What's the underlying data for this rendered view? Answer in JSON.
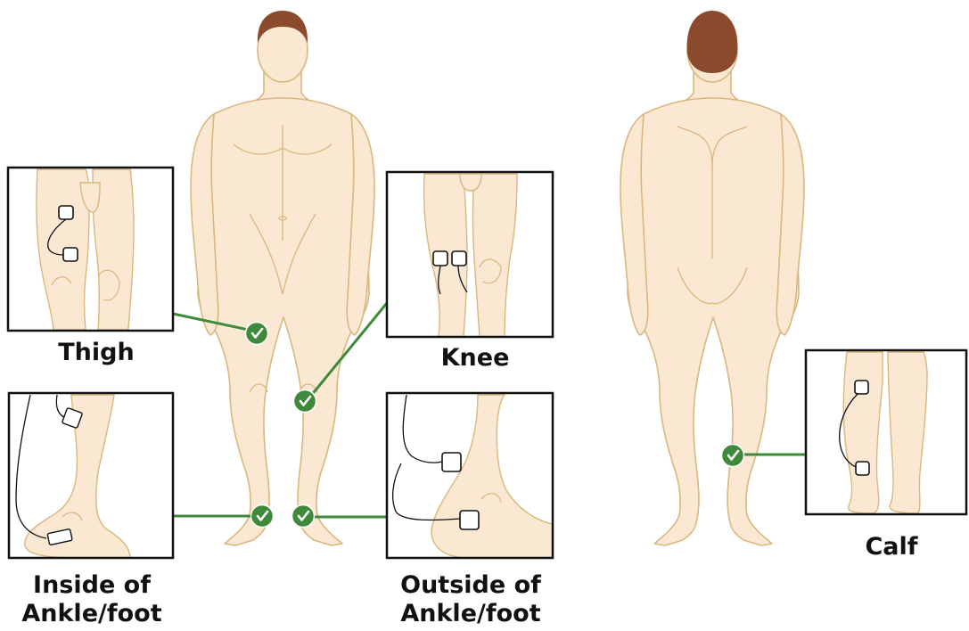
{
  "placements": [
    {
      "id": "thigh",
      "label_lines": [
        "Thigh"
      ]
    },
    {
      "id": "knee",
      "label_lines": [
        "Knee"
      ]
    },
    {
      "id": "inside",
      "label_lines": [
        "Inside of",
        "Ankle/foot"
      ]
    },
    {
      "id": "outside",
      "label_lines": [
        "Outside of",
        "Ankle/foot"
      ]
    },
    {
      "id": "calf",
      "label_lines": [
        "Calf"
      ]
    }
  ],
  "colors": {
    "skin": "#fbe8d3",
    "skin_outline": "#d9b77e",
    "hair": "#8b4a2b",
    "connector": "#3f8a3a",
    "check": "#3f8a3a",
    "frame": "#111111",
    "electrode": "#ffffff"
  },
  "icons": {
    "check": "check-circle-icon",
    "electrode": "electrode-pad-icon"
  }
}
